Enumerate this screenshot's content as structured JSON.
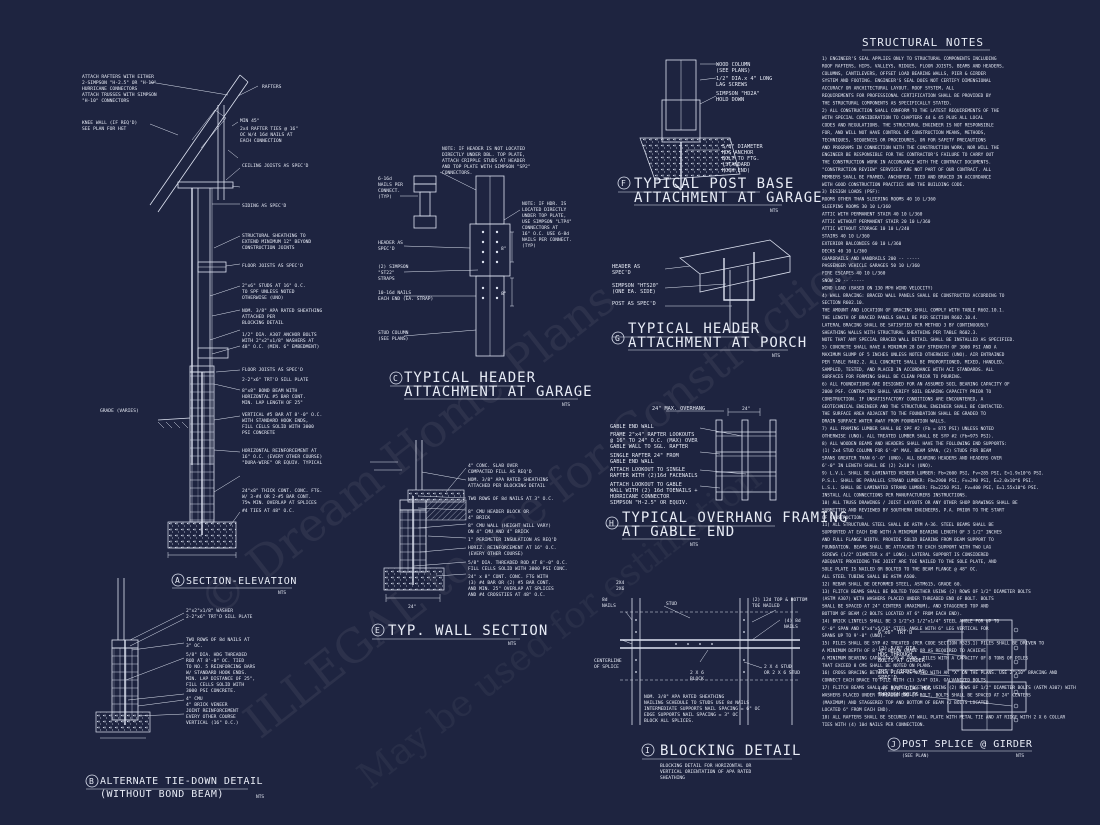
{
  "sheet": {
    "colors": {
      "background": "#1e2440",
      "linework": "#e8ecf6"
    }
  },
  "details": {
    "A": {
      "letter": "A",
      "title": "SECTION-ELEVATION",
      "scale": "NTS",
      "notes": [
        "ATTACH RAFTERS WITH EITHER",
        "2-SIMPSON \"H-2.5\" OR \"H-10\"",
        "HURRICANE CONNECTORS",
        "ATTACH TRUSSES WITH SIMPSON",
        "\"H-10\" CONNECTORS",
        "RAFTERS",
        "KNEE WALL (IF REQ'D)",
        "SEE PLAN FOR HGT",
        "MIN 45°",
        "2x4 RAFTER TIES @ 16\"",
        "OC W/4 16d NAILS AT",
        "EACH CONNECTION",
        "CEILING JOISTS AS SPEC'D",
        "SIDING AS SPEC'D",
        "STRUCTURAL SHEATHING TO",
        "EXTEND MINIMUM 12\" BEYOND",
        "CONSTRUCTION JOINTS",
        "FLOOR JOISTS AS SPEC'D",
        "2\"x6\" STUDS AT 16\" O.C.",
        "TO SPF UNLESS NOTED",
        "OTHERWISE (UNO)",
        "NOM. 3/8\" APA RATED SHEATHING",
        "ATTACHED PER",
        "BLOCKING DETAIL",
        "1/2\" DIA. A307 ANCHOR BOLTS",
        "WITH 2\"x2\"x1/8\" WASHERS AT",
        "48\" O.C. (MIN. 6\" EMBEDMENT)",
        "FLOOR JOISTS AS SPEC'D",
        "2-2\"x6\" TRT'D SILL PLATE",
        "8\"x8\" BOND BEAM WITH",
        "HORIZONTAL #5 BAR CONT.",
        "MIN. LAP LENGTH OF 25\"",
        "VERTICAL #5 BAR AT 8'-0\" O.C.",
        "WITH STANDARD HOOK ENDS,",
        "FILL CELLS SOLID WITH 3000",
        "PSI CONCRETE",
        "HORIZONTAL REINFORCEMENT AT",
        "16\" O.C. (EVERY OTHER COURSE)",
        "\"DURA-WIRE\" OR EQUIV. TYPICAL",
        "24\"x8\" THICK CONT. CONC. FTG.",
        "W/ 3-#4 OR 2-#5 BAR CONT.",
        "75% MIN. OVERLAP AT SPLICES",
        "#4 TIES AT 48\" O.C.",
        "GRADE (VARIES)"
      ]
    },
    "B": {
      "letter": "B",
      "title": "ALTERNATE TIE-DOWN DETAIL",
      "subtitle": "(WITHOUT BOND BEAM)",
      "scale": "NTS",
      "notes": [
        "2\"x2\"x1/8\" WASHER",
        "2-2\"x6\" TRT'D SILL PLATE",
        "TWO ROWS OF 8d NAILS AT",
        "3\" OC.",
        "5/8\" DIA. HDG THREADED",
        "ROD AT 8'-0\" OC. TIED",
        "TO NO. 5 REINFORCING BARS",
        "W/ STANDARD HOOK ENDS.",
        "MIN. LAP DISTANCE OF 25\",",
        "FILL CELLS SOLID WITH",
        "3000 PSI CONCRETE.",
        "4\" CMU",
        "4\" BRICK VENEER",
        "JOINT REINFORCEMENT",
        "EVERY OTHER COURSE",
        "VERTICAL (16\" O.C.)"
      ]
    },
    "C": {
      "letter": "C",
      "title": "TYPICAL HEADER",
      "subtitle": "ATTACHMENT AT GARAGE",
      "scale": "NTS",
      "notes": [
        "6-16d",
        "NAILS PER",
        "CONNECT.",
        "(TYP)",
        "NOTE: IF HEADER IS NOT LOCATED",
        "DIRECTLY UNDER DBL. TOP PLATE,",
        "ATTACH CRIPPLE STUDS AT HEADER",
        "AND TOP PLATE WITH SIMPSON \"SP2\"",
        "CONNECTORS.",
        "NOTE: IF HDR. IS",
        "LOCATED DIRECTLY",
        "UNDER TOP PLATE,",
        "USE SIMPSON \"LTP4\"",
        "CONNECTORS AT",
        "16\" O.C. USE 6-8d",
        "NAILS PER CONNECT.",
        "(TYP)",
        "HEADER AS",
        "SPEC'D",
        "(2) SIMPSON",
        "\"ST22\"",
        "STRAPS",
        "10-16d NAILS",
        "EACH END (EA. STRAP)",
        "STUD COLUMN",
        "(SEE PLANS)",
        "8\"",
        "8\""
      ]
    },
    "E": {
      "letter": "E",
      "title": "TYP. WALL SECTION",
      "scale": "NTS",
      "notes": [
        "4\" CONC. SLAB OVER",
        "COMPACTED FILL AS REQ'D",
        "NOM. 3/8\" APA RATED SHEATHING",
        "ATTACHED PER BLOCKING DETAIL",
        "TWO ROWS OF 8d NAILS AT 3\" O.C.",
        "8\" CMU HEADER BLOCK OR",
        "4\" BRICK",
        "8\" CMU WALL (HEIGHT WILL VARY)",
        "ON 4\" CMU AND 4\" BRICK",
        "1\" PERIMETER INSULATION AS REQ'D",
        "HORIZ. REINFORCEMENT AT 16\" O.C.",
        "(EVERY OTHER COURSE)",
        "5/8\" DIA. THREADED ROD AT 8'-0\" O.C.",
        "FILL CELLS SOLID WITH 3000 PSI CONC.",
        "24\" x 8\" CONT. CONC. FTG WITH",
        "(3) #4 BAR OR (2) #5 BAR CONT.",
        "AND MIN. 25\" OVERLAP AT SPLICES",
        "AND #4 CROSSTIES AT 48\" O.C.",
        "24\""
      ]
    },
    "F": {
      "letter": "F",
      "title": "TYPICAL POST BASE",
      "subtitle": "ATTACHMENT AT GARAGE",
      "scale": "NTS",
      "notes": [
        "WOOD COLUMN",
        "(SEE PLANS)",
        "1/2\" DIA.x 4\" LONG",
        "LAG SCREWS",
        "SIMPSON \"HD2A\"",
        "HOLD DOWN",
        "5/8\" DIAMETER",
        "HDG ANCHOR",
        "BOLT TO FTG.",
        "(STANDARD",
        "HOOK END)"
      ]
    },
    "G": {
      "letter": "G",
      "title": "TYPICAL HEADER",
      "subtitle": "ATTACHMENT AT PORCH",
      "scale": "NTS",
      "notes": [
        "HEADER AS",
        "SPEC'D",
        "SIMPSON \"HTS20\"",
        "(ONE EA. SIDE)",
        "POST AS SPEC'D"
      ]
    },
    "H": {
      "letter": "H",
      "title": "TYPICAL OVERHANG FRAMING",
      "subtitle": "AT GABLE END",
      "scale": "NTS",
      "notes": [
        "24\" MAX. OVERHANG",
        "24\"",
        "GABLE END WALL",
        "FRAME 2\"x4\" RAFTER LOOKOUTS",
        "@ 16\" TO 24\" O.C. (MAX) OVER",
        "GABLE WALL TO SGL. RAFTER",
        "SINGLE RAFTER 24\" FROM",
        "GABLE END WALL",
        "ATTACH LOOKOUT TO SINGLE",
        "RAFTER WITH (2)16d FACENAILS",
        "ATTACH LOOKOUT TO GABLE",
        "WALL WITH (2) 16d TOENAILS +",
        "HURRICANE CONNECTOR",
        "SIMPSON \"H-2.5\" OR EQUIV."
      ]
    },
    "I": {
      "letter": "I",
      "title": "BLOCKING DETAIL",
      "notes": [
        "2X4",
        "2X6",
        "8d",
        "NAILS",
        "STUD",
        "(2) 12d TOP & BOTTOM",
        "TOE NAILED",
        "(4) 8d",
        "NAILS",
        "CENTERLINE",
        "OF SPLICE",
        "2 X 6",
        "BLOCK",
        "2 X 4 STUD",
        "OR 2 X 6 STUD",
        "NOM. 3/8\" APA RATED SHEATHING",
        "NAILING SCHEDULE TO STUDS USE 8d NAILS",
        "INTERMEDIATE SUPPORTS NAIL SPACING = 6\" OC",
        "EDGE SUPPORTS NAIL SPACING = 3\" OC",
        "BLOCK ALL SPLICES.",
        "BLOCKING DETAIL FOR HORIZONTAL OR",
        "VERTICAL ORIENTATION OF APA RATED",
        "SHEATHING"
      ]
    },
    "J": {
      "letter": "J",
      "title": "POST SPLICE @ GIRDER",
      "subtitle": "(SEE PLAN)",
      "scale": "NTS",
      "notes": [
        "6\"x6\" TRT'D",
        "(2) 5/8\" DIA.",
        "HDG THROUGH",
        "BOLTS AT GIRDER",
        "TRT'D GIRDER AS",
        "SPEC'D",
        "(4) 5/8\" DIA. HDG",
        "THROUGH BOLTS"
      ]
    }
  },
  "structural_notes": {
    "title": "STRUCTURAL NOTES",
    "lines": [
      "1) ENGINEER'S SEAL APPLIES ONLY TO STRUCTURAL COMPONENTS INCLUDING",
      "ROOF RAFTERS, HIPS, VALLEYS, RIDGES, FLOOR JOISTS, BEAMS AND HEADERS,",
      "COLUMNS, CANTILEVERS, OFFSET LOAD BEARING WALLS, PIER & GIRDER",
      "SYSTEM AND FOOTING. ENGINEER'S SEAL DOES NOT CERTIFY DIMENSIONAL",
      "ACCURACY OR ARCHITECTURAL LAYOUT. ROOF SYSTEM, ALL",
      "REQUIREMENTS FOR PROFESSIONAL CERTIFICATION SHALL BE PROVIDED BY",
      "THE STRUCTURAL COMPONENTS AS SPECIFICALLY STATED.",
      "2) ALL CONSTRUCTION SHALL CONFORM TO THE LATEST REQUIREMENTS OF THE",
      "WITH SPECIAL CONSIDERATION TO CHAPTERS 44 & 45 PLUS ALL LOCAL",
      "CODES AND REGULATIONS. THE STRUCTURAL ENGINEER IS NOT RESPONSIBLE",
      "FOR, AND WILL NOT HAVE CONTROL OF CONSTRUCTION MEANS, METHODS,",
      "TECHNIQUES, SEQUENCES OR PROCEDURES, OR FOR SAFETY PRECAUTIONS",
      "AND PROGRAMS IN CONNECTION WITH THE CONSTRUCTION WORK, NOR WILL THE",
      "ENGINEER BE RESPONSIBLE FOR THE CONTRACTOR'S FAILURE TO CARRY OUT",
      "THE CONSTRUCTION WORK IN ACCORDANCE WITH THE CONTRACT DOCUMENTS.",
      "\"CONSTRUCTION REVIEW\" SERVICES ARE NOT PART OF OUR CONTRACT. ALL",
      "MEMBERS SHALL BE FRAMED, ANCHORED, TIED AND BRACED IN ACCORDANCE",
      "WITH GOOD CONSTRUCTION PRACTICE AND THE BUILDING CODE.",
      "3) DESIGN LOADS (PSF):",
      "ROOMS OTHER THAN SLEEPING ROOMS  40  10  L/360",
      "SLEEPING ROOMS  30  10  L/360",
      "ATTIC WITH PERMANENT STAIR  40  10  L/360",
      "ATTIC WITHOUT PERMANENT STAIR  20  10  L/360",
      "ATTIC WITHOUT STORAGE  10  10  L/240",
      "STAIRS  40  10  L/360",
      "EXTERIOR BALCONIES  60  10  L/360",
      "DECKS  40  10  L/360",
      "GUARDRAILS AND HANDRAILS  200  --  -----",
      "PASSENGER VEHICLE GARAGES  50  10  L/360",
      "FIRE ESCAPES  40  10  L/360",
      "SNOW  20  --  -----",
      "WIND LOAD  (BASED ON 130 MPH WIND VELOCITY)",
      "4) WALL BRACING: BRACED WALL PANELS SHALL BE CONSTRUCTED ACCORDING TO",
      "SECTION R602.10.",
      "THE AMOUNT AND LOCATION OF BRACING SHALL COMPLY WITH TABLE R602.10.1.",
      "THE LENGTH OF BRACED PANELS SHALL BE PER SECTION R602.10.4.",
      "LATERAL BRACING SHALL BE SATISFIED PER METHOD 3 BY CONTINUOUSLY",
      "SHEATHING WALLS WITH STRUCTURAL SHEATHING PER TABLE R602.3.",
      "NOTE THAT ANY SPECIAL BRACED WALL DETAIL SHALL BE INSTALLED AS SPECIFIED.",
      "5) CONCRETE SHALL HAVE A MINIMUM 28 DAY STRENGTH OF 3000 PSI AND A",
      "MAXIMUM SLUMP OF 5 INCHES UNLESS NOTED OTHERWISE (UNO). AIR ENTRAINED",
      "PER TABLE R402.2. ALL CONCRETE SHALL BE PROPORTIONED, MIXED, HANDLED,",
      "SAMPLED, TESTED, AND PLACED IN ACCORDANCE WITH ACI STANDARDS. ALL",
      "SURFACES FOR FORMING SHALL BE CLEAN PRIOR TO POURING.",
      "6) ALL FOUNDATIONS ARE DESIGNED FOR AN ASSUMED SOIL BEARING CAPACITY OF",
      "2000 PSF. CONTRACTOR SHALL VERIFY SOIL BEARING CAPACITY PRIOR TO",
      "CONSTRUCTION. IF UNSATISFACTORY CONDITIONS ARE ENCOUNTERED, A",
      "GEOTECHNICAL ENGINEER AND THE STRUCTURAL ENGINEER SHALL BE CONTACTED.",
      "THE SURFACE AREA ADJACENT TO THE FOUNDATION SHALL BE GRADED TO",
      "DRAIN SURFACE WATER AWAY FROM FOUNDATION WALLS.",
      "7) ALL FRAMING LUMBER SHALL BE SPF #2 (Fb = 875 PSI) UNLESS NOTED",
      "OTHERWISE (UNO). ALL TREATED LUMBER SHALL BE SYP #2 (Fb=975 PSI).",
      "8) ALL WOODEN BEAMS AND HEADERS SHALL HAVE THE FOLLOWING END SUPPORTS:",
      "(1) 2x4 STUD COLUMN FOR 6'-0\" MAX. BEAM SPAN, (2) STUDS FOR BEAM",
      "SPANS GREATER THAN 6'-0\" (UNO). ALL BEARING HEADERS AND HEADERS OVER",
      "6'-0\" IN LENGTH SHALL BE (2) 2x10's (UNO).",
      "9) L.V.L. SHALL BE LAMINATED VENEER LUMBER: Fb=2600 PSI, Fv=285 PSI, E=1.9x10^6 PSI.",
      "P.S.L. SHALL BE PARALLEL STRAND LUMBER: Fb=2900 PSI, Fv=290 PSI, E=2.0x10^6 PSI.",
      "L.S.L. SHALL BE LAMINATED STRAND LUMBER: Fb=2250 PSI, Fv=400 PSI, E=1.55x10^6 PSI.",
      "INSTALL ALL CONNECTIONS PER MANUFACTURERS INSTRUCTIONS.",
      "10) ALL TRUSS DRAWINGS / JOIST LAYOUTS OR ANY OTHER SHOP DRAWINGS SHALL BE",
      "SUBMITTED AND REVIEWED BY SOUTHERN ENGINEERS, P.A. PRIOR TO THE START",
      "OF CONSTRUCTION.",
      "11) ALL STRUCTURAL STEEL SHALL BE ASTM A-36. STEEL BEAMS SHALL BE",
      "SUPPORTED AT EACH END WITH A MINIMUM BEARING LENGTH OF 3 1/2\" INCHES",
      "AND FULL FLANGE WIDTH. PROVIDE SOLID BEARING FROM BEAM SUPPORT TO",
      "FOUNDATION. BEAMS SHALL BE ATTACHED TO EACH SUPPORT WITH TWO LAG",
      "SCREWS (1/2\" DIAMETER x 4\" LONG). LATERAL SUPPORT IS CONSIDERED",
      "ADEQUATE PROVIDING THE JOIST ARE TOE NAILED TO THE SOLE PLATE, AND",
      "SOLE PLATE IS NAILED OR BOLTED TO THE BEAM FLANGE @ 48\" OC.",
      "ALL STEEL TUBING SHALL BE ASTM A500.",
      "12) REBAR SHALL BE DEFORMED STEEL, ASTM615, GRADE 60.",
      "13) FLITCH BEAMS SHALL BE BOLTED TOGETHER USING (2) ROWS OF 1/2\" DIAMETER BOLTS",
      "(ASTM A307) WITH WASHERS PLACED UNDER THREADED END OF BOLT. BOLTS",
      "SHALL BE SPACED AT 24\" CENTERS (MAXIMUM), AND STAGGERED TOP AND",
      "BOTTOM OF BEAM (2 BOLTS LOCATED AT 6\" FROM EACH END).",
      "14) BRICK LINTELS SHALL BE 3 1/2\"x3 1/2\"x1/4\" STEEL ANGLE FOR UP TO",
      "6'-0\" SPAN AND 6\"x4\"x5/16\" STEEL ANGLE WITH 6\" LEG VERTICAL FOR",
      "SPANS UP TO 9'-0\" (UNO).",
      "15) PILES SHALL BE SYP #2 TREATED (PER CODE SECTION R323.1) PILES SHALL BE DRIVEN TO",
      "A MINIMUM DEPTH OF 8'-0\" BELOW GRADE OR AS REQUIRED TO ACHIEVE",
      "A MINIMUM BEARING CAPACITY OF 8 TONS. PILES WITH A CAPACITY OF 8 TONS OF PILES",
      "THAT EXCEED 8 CMS SHALL BE NOTED ON PLANS.",
      "16) CROSS BRACING BETWEEN PILES IS NOTED WITH AN \"X\" ON THE PLANS. USE 2\"x10\" BRACING AND",
      "CONNECT EACH BRACE TO PILE WITH (1) 3/4\" DIA. GALVANIZED BOLTS.",
      "17) FLITCH BEAMS SHALL BE BOLTED TOGETHER USING (2) ROWS OF 1/2\" DIAMETER BOLTS (ASTM A307) WITH",
      "WASHERS PLACED UNDER THREADED END OF BOLT. BOLTS SHALL BE SPACED AT 24\" CENTERS",
      "(MAXIMUM) AND STAGGERED TOP AND BOTTOM OF BEAM (2 BOLTS LOCATED",
      "LOCATED 6\" FROM EACH END).",
      "18) ALL RAFTERS SHALL BE SECURED AT WALL PLATE WITH METAL TIE AND AT RIDGE WITH 2 X 6 COLLAR",
      "TIES WITH (4) 10d NAILS PER CONNECTION."
    ]
  },
  "watermark": {
    "lines": [
      "© Dream Home Plans",
      "ILLEGAL to use for Construction",
      "May be used for estimation"
    ]
  }
}
